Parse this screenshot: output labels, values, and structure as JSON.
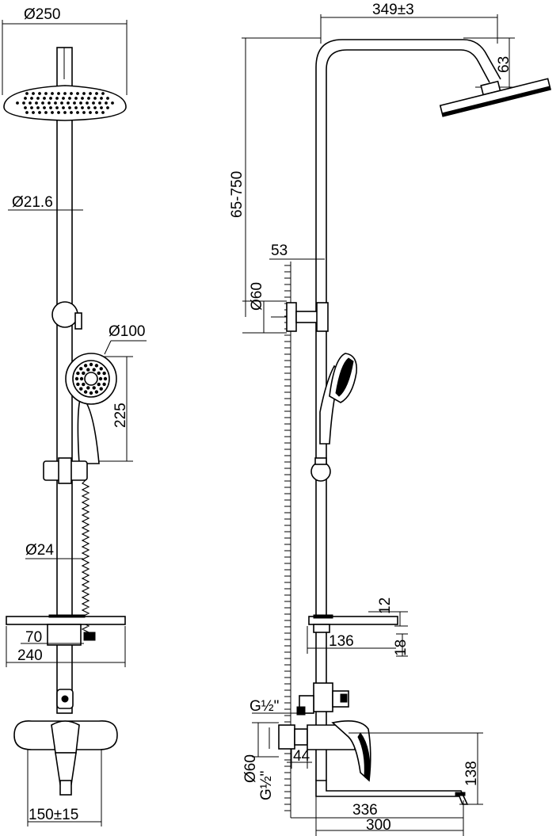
{
  "dimensions": {
    "head_diameter": "Ø250",
    "pipe_diameter": "Ø21.6",
    "hand_diameter": "Ø100",
    "hand_height": "225",
    "slider_diameter": "Ø24",
    "shelf_depth": "70",
    "shelf_width": "240",
    "mixer_centers": "150±15",
    "arm_reach": "349±3",
    "head_drop": "63",
    "height_range": "65-750",
    "bracket_offset": "53",
    "bracket_diameter": "Ø60",
    "shelf_thickness": "12",
    "shelf_side_depth": "136",
    "shelf_offset": "18",
    "thread_top": "G½\"",
    "flange_diameter": "Ø60",
    "thread_bottom": "G½\"",
    "wall_offset": "44",
    "spout_height": "138",
    "spout_reach": "336",
    "spout_length": "300"
  },
  "colors": {
    "line": "#000000",
    "background": "#ffffff"
  }
}
